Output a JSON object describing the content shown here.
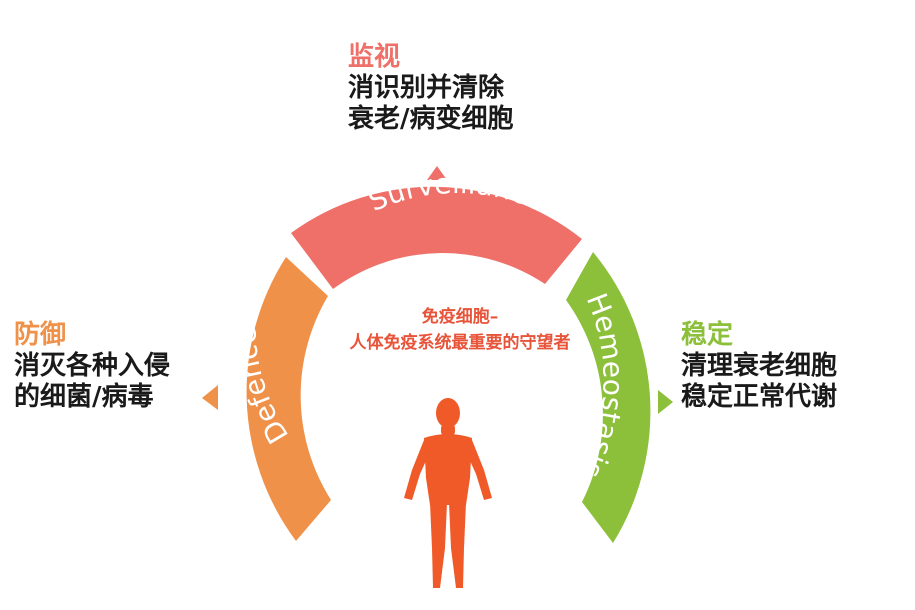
{
  "colors": {
    "surveillance": "#ee7068",
    "defence": "#f0914a",
    "homeostasis": "#8cbf3a",
    "figure": "#f05a28",
    "caption": "#e8543a"
  },
  "segments": {
    "top_label": "Surveillance",
    "left_label": "Defence",
    "right_label": "Hemeostasis"
  },
  "top_block": {
    "heading": "监视",
    "line1": "消识别并清除",
    "line2": "衰老/病变细胞"
  },
  "left_block": {
    "heading": "防御",
    "line1": "消灭各种入侵",
    "line2": "的细菌/病毒"
  },
  "right_block": {
    "heading": "稳定",
    "line1": "清理衰老细胞",
    "line2": "稳定正常代谢"
  },
  "center": {
    "line1": "免疫细胞–",
    "line2": "人体免疫系统最重要的守望者"
  },
  "figure_icon": "human-body-icon"
}
